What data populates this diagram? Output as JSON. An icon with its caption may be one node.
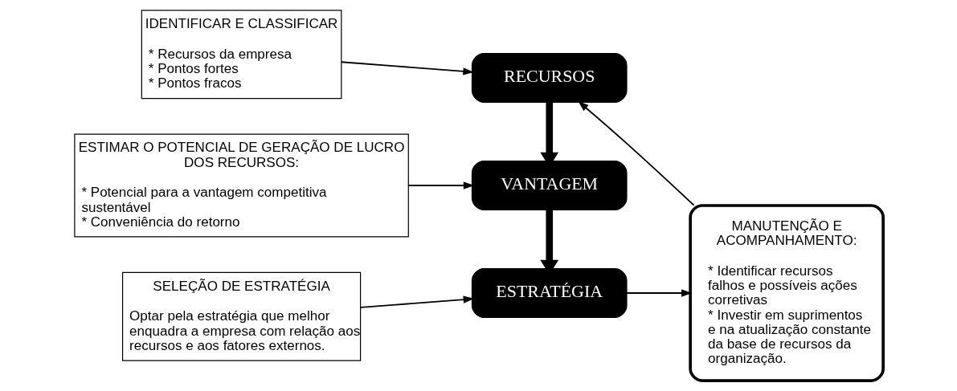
{
  "diagram": {
    "nodes": [
      {
        "text": [
          "IDENTIFICAR E CLASSIFICAR",
          "* Recursos da empresa",
          "* Pontos fortes",
          "* Pontos fracos"
        ]
      },
      {
        "text": [
          "RECURSOS"
        ]
      },
      {
        "text": [
          "ESTIMAR O POTENCIAL DE GERAÇÃO DE LUCRO DOS RECURSOS:",
          "* Potencial para a vantagem competitiva sustentável",
          "* Conveniência do retorno"
        ]
      },
      {
        "text": [
          "VANTAGEM"
        ]
      },
      {
        "text": [
          "SELEÇÃO DE ESTRATÉGIA",
          "Optar pela estratégia que melhor enquadra a empresa com relação aos recursos e aos fatores externos."
        ]
      },
      {
        "text": [
          "ESTRATÉGIA"
        ]
      },
      {
        "text": [
          "MANUTENÇÃO E ACOMPANHAMENTO:",
          "* Identificar recursos falhos e possíveis ações corretivas",
          "* Investir em suprimentos e na atualização constante da base de recursos da organização."
        ]
      }
    ],
    "edges": [
      {
        "from": 0,
        "to": 1,
        "arrow": "to"
      },
      {
        "from": 1,
        "to": 3,
        "arrow": "to",
        "style": "thick"
      },
      {
        "from": 2,
        "to": 3,
        "arrow": "to"
      },
      {
        "from": 3,
        "to": 5,
        "arrow": "to",
        "style": "thick"
      },
      {
        "from": 4,
        "to": 5,
        "arrow": "to"
      },
      {
        "from": 5,
        "to": 6,
        "arrow": "to"
      },
      {
        "from": 6,
        "to": 1,
        "arrow": "to"
      }
    ]
  }
}
